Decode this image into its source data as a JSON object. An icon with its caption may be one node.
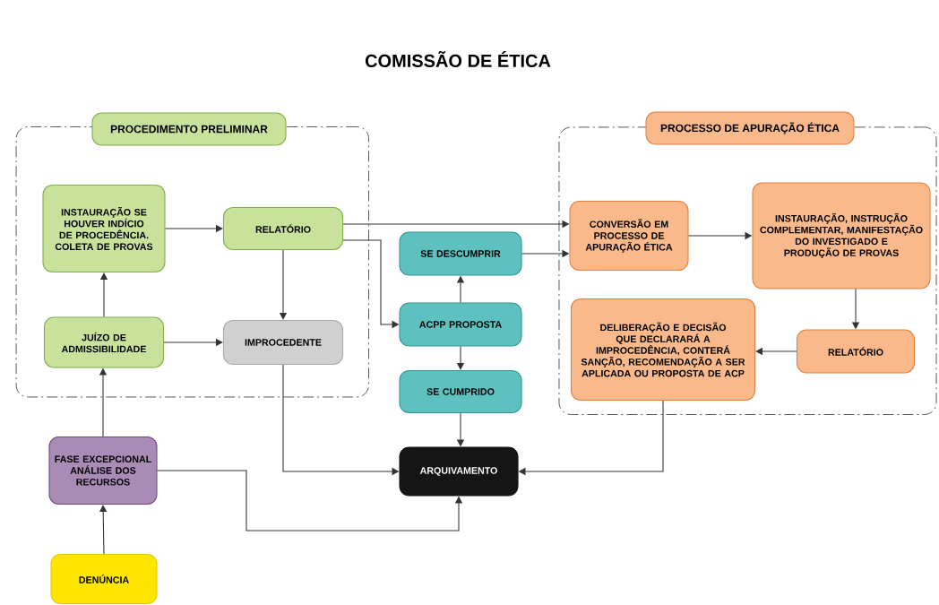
{
  "diagram": {
    "title": "COMISSÃO DE ÉTICA",
    "nodes": [
      {
        "text": [
          "PROCEDIMENTO PRELIMINAR"
        ]
      },
      {
        "text": [
          "INSTAURAÇÃO SE HOUVER INDÍCIO DE PROCEDÊNCIA. COLETA DE PROVAS"
        ],
        "in": 0
      },
      {
        "text": [
          "RELATÓRIO"
        ],
        "in": 0
      },
      {
        "text": [
          "JUÍZO DE ADMISSIBILIDADE"
        ],
        "in": 0
      },
      {
        "text": [
          "IMPROCEDENTE"
        ],
        "in": 0
      },
      {
        "text": [
          "PROCESSO DE APURAÇÃO ÉTICA"
        ]
      },
      {
        "text": [
          "CONVERSÃO EM PROCESSO DE APURAÇÃO ÉTICA"
        ],
        "in": 5
      },
      {
        "text": [
          "INSTAURAÇÃO, INSTRUÇÃO COMPLEMENTAR, MANIFESTAÇÃO DO INVESTIGADO E PRODUÇÃO DE PROVAS"
        ],
        "in": 5
      },
      {
        "text": [
          "DELIBERAÇÃO E DECISÃO QUE DECLARARÁ A IMPROCEDÊNCIA, CONTERÁ SANÇÃO, RECOMENDAÇÃO A SER APLICADA OU PROPOSTA DE ACP"
        ],
        "in": 5
      },
      {
        "text": [
          "RELATÓRIO"
        ],
        "in": 5
      },
      {
        "text": [
          "SE DESCUMPRIR"
        ]
      },
      {
        "text": [
          "ACPP PROPOSTA"
        ]
      },
      {
        "text": [
          "SE CUMPRIDO"
        ]
      },
      {
        "text": [
          "FASE EXCEPCIONAL ANÁLISE DOS RECURSOS"
        ]
      },
      {
        "text": [
          "ARQUIVAMENTO"
        ]
      },
      {
        "text": [
          "DENÚNCIA"
        ]
      }
    ],
    "edges": [
      {
        "from": 1,
        "to": 2,
        "arrow": "to"
      },
      {
        "from": 3,
        "to": 1,
        "arrow": "to"
      },
      {
        "from": 3,
        "to": 4,
        "arrow": "to"
      },
      {
        "from": 2,
        "to": 4,
        "arrow": "to"
      },
      {
        "from": 2,
        "to": 6,
        "arrow": "to"
      },
      {
        "from": 2,
        "to": 11,
        "arrow": "to"
      },
      {
        "from": 10,
        "to": 6,
        "arrow": "to"
      },
      {
        "from": 11,
        "to": 10,
        "arrow": "to"
      },
      {
        "from": 11,
        "to": 12,
        "arrow": "to"
      },
      {
        "from": 12,
        "to": 14,
        "arrow": "to"
      },
      {
        "from": 4,
        "to": 14,
        "arrow": "to"
      },
      {
        "from": 8,
        "to": 14,
        "arrow": "to"
      },
      {
        "from": 13,
        "to": 3,
        "arrow": "to"
      },
      {
        "from": 13,
        "to": 14,
        "arrow": "to"
      },
      {
        "from": 15,
        "to": 13,
        "arrow": "to"
      },
      {
        "from": 6,
        "to": 7,
        "arrow": "to"
      },
      {
        "from": 7,
        "to": 9,
        "arrow": "to"
      },
      {
        "from": 9,
        "to": 8,
        "arrow": "to"
      }
    ]
  }
}
